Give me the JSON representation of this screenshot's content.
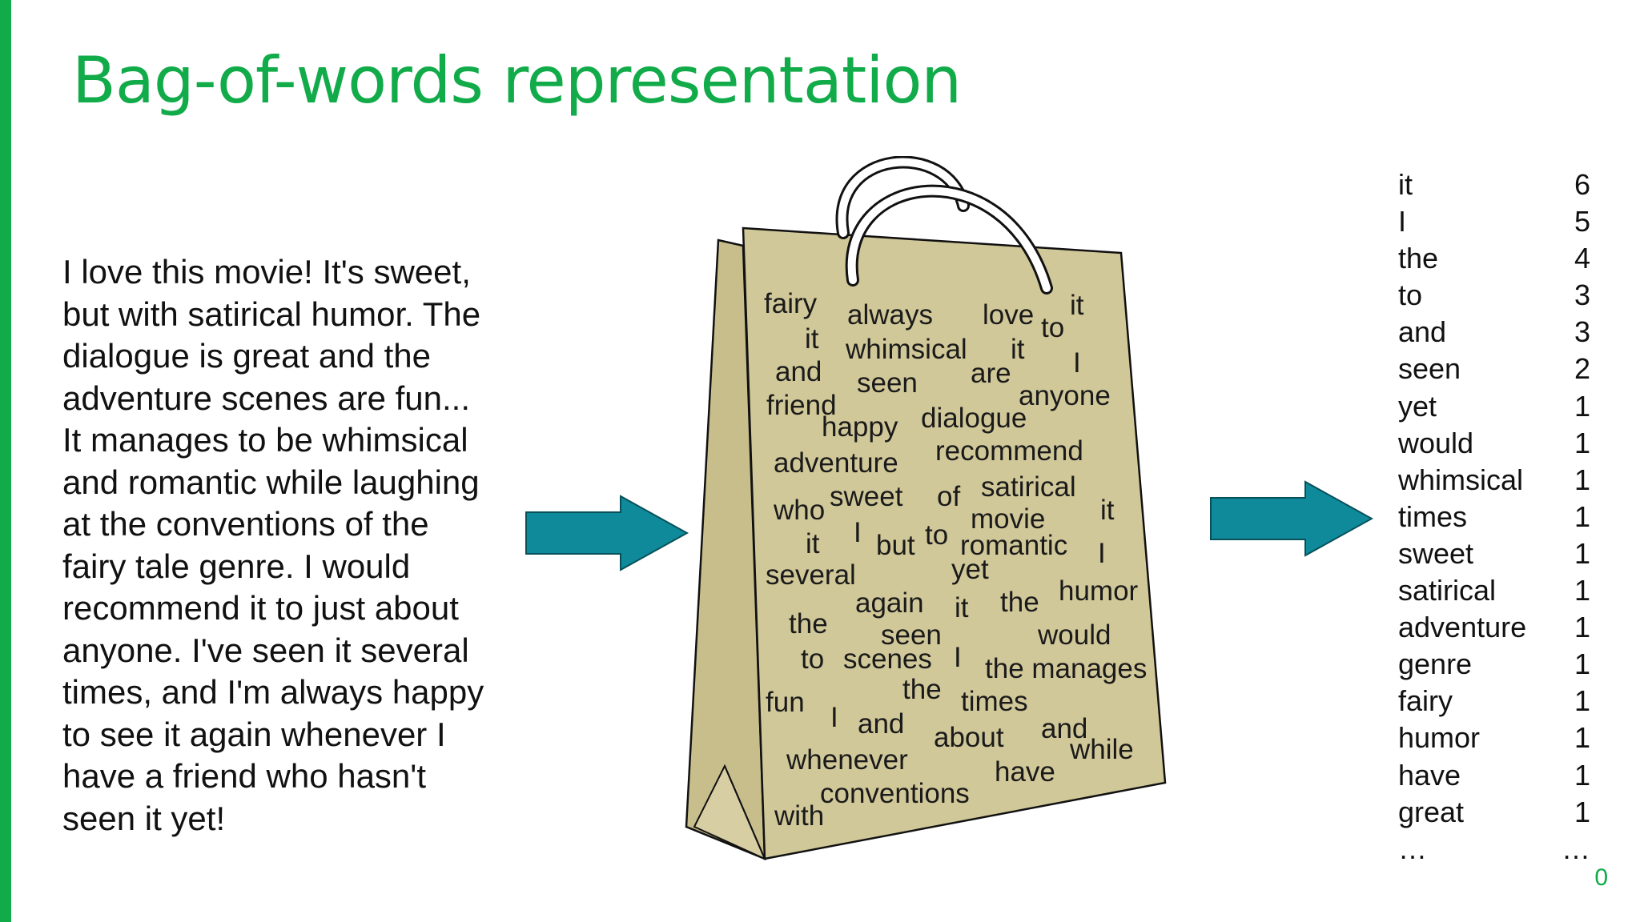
{
  "slide": {
    "title": "Bag-of-words representation",
    "page_number": "0",
    "accent_color": "#12ab4a",
    "arrow_color": "#0f8a9a",
    "bag_color": "#d1c899"
  },
  "review_lines": [
    "I love this movie! It's sweet,",
    "but with satirical humor. The",
    "dialogue is great and the",
    "adventure scenes are fun...",
    "It manages to be whimsical",
    "and romantic while laughing",
    "at the conventions of the",
    "fairy tale genre. I would",
    "recommend it to just about",
    "anyone. I've seen it several",
    "times, and I'm always happy",
    "to see it again whenever I",
    "have a friend who hasn't",
    "seen it yet!"
  ],
  "bag_words": [
    "fairy",
    "always",
    "love",
    "to",
    "it",
    "it",
    "whimsical",
    "it",
    "I",
    "and",
    "seen",
    "are",
    "friend",
    "anyone",
    "happy",
    "dialogue",
    "adventure",
    "recommend",
    "who",
    "sweet",
    "of",
    "satirical",
    "movie",
    "it",
    "it",
    "I",
    "but",
    "to",
    "romantic",
    "I",
    "several",
    "yet",
    "again",
    "the",
    "humor",
    "it",
    "the",
    "seen",
    "would",
    "to",
    "scenes",
    "I",
    "the manages",
    "the",
    "fun",
    "times",
    "I",
    "and",
    "and",
    "about",
    "while",
    "whenever",
    "have",
    "conventions",
    "with"
  ],
  "frequency_table": [
    {
      "word": "it",
      "count": "6"
    },
    {
      "word": "I",
      "count": "5"
    },
    {
      "word": "the",
      "count": "4"
    },
    {
      "word": "to",
      "count": "3"
    },
    {
      "word": "and",
      "count": "3"
    },
    {
      "word": "seen",
      "count": "2"
    },
    {
      "word": "yet",
      "count": "1"
    },
    {
      "word": "would",
      "count": "1"
    },
    {
      "word": "whimsical",
      "count": "1"
    },
    {
      "word": "times",
      "count": "1"
    },
    {
      "word": "sweet",
      "count": "1"
    },
    {
      "word": "satirical",
      "count": "1"
    },
    {
      "word": "adventure",
      "count": "1"
    },
    {
      "word": "genre",
      "count": "1"
    },
    {
      "word": "fairy",
      "count": "1"
    },
    {
      "word": "humor",
      "count": "1"
    },
    {
      "word": "have",
      "count": "1"
    },
    {
      "word": "great",
      "count": "1"
    },
    {
      "word": "…",
      "count": "…"
    }
  ]
}
